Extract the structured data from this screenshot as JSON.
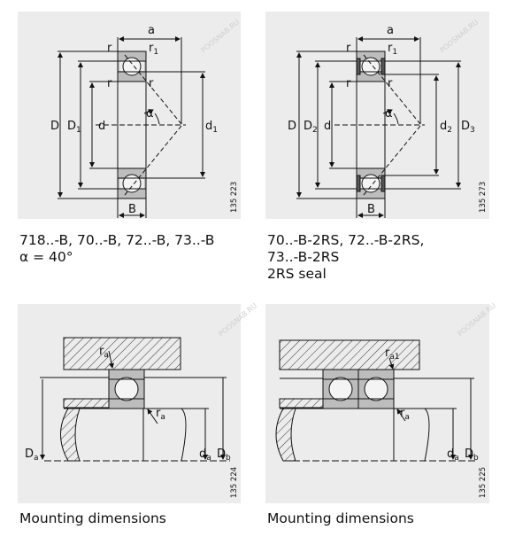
{
  "panels": [
    {
      "id": "bearing-b",
      "caption_lines": [
        "718..-B, 70..-B, 72..-B, 73..-B",
        "α = 40°"
      ],
      "drawing_no": "135 223",
      "labels": {
        "a": "a",
        "r": "r",
        "r1_base": "r",
        "r1_sub": "1",
        "r_left2": "r",
        "r_right": "r",
        "alpha": "α",
        "D": "D",
        "D1_base": "D",
        "D1_sub": "1",
        "d": "d",
        "d1_base": "d",
        "d1_sub": "1",
        "B": "B"
      }
    },
    {
      "id": "bearing-2rs",
      "caption_lines": [
        "70..-B-2RS, 72..-B-2RS,",
        "73..-B-2RS",
        "2RS seal"
      ],
      "drawing_no": "135 273",
      "labels": {
        "a": "a",
        "r": "r",
        "r1_base": "r",
        "r1_sub": "1",
        "r_left2": "r",
        "r_right": "r",
        "alpha": "α",
        "D": "D",
        "D2_base": "D",
        "D2_sub": "2",
        "d": "d",
        "d2_base": "d",
        "d2_sub": "2",
        "D3_base": "D",
        "D3_sub": "3",
        "B": "B"
      }
    },
    {
      "id": "mounting-single",
      "caption_lines": [
        "Mounting dimensions"
      ],
      "drawing_no": "135 224",
      "labels": {
        "ra_top_base": "r",
        "ra_top_sub": "a",
        "ra_bot_base": "r",
        "ra_bot_sub": "a",
        "Da_base": "D",
        "Da_sub": "a",
        "da_base": "d",
        "da_sub": "a",
        "Db_base": "D",
        "Db_sub": "b"
      }
    },
    {
      "id": "mounting-pair",
      "caption_lines": [
        "Mounting dimensions"
      ],
      "drawing_no": "135 225",
      "labels": {
        "ra1_base": "r",
        "ra1_sub": "a1",
        "ra_bot_base": "r",
        "ra_bot_sub": "a",
        "da_base": "d",
        "da_sub": "a",
        "Db_base": "D",
        "Db_sub": "b"
      }
    }
  ],
  "watermark": "POOSNAB.RU",
  "colors": {
    "panel_bg": "#ececec",
    "line": "#111111",
    "ring_fill": "#bdbdbd",
    "ball_fill": "#f4f4f4"
  }
}
